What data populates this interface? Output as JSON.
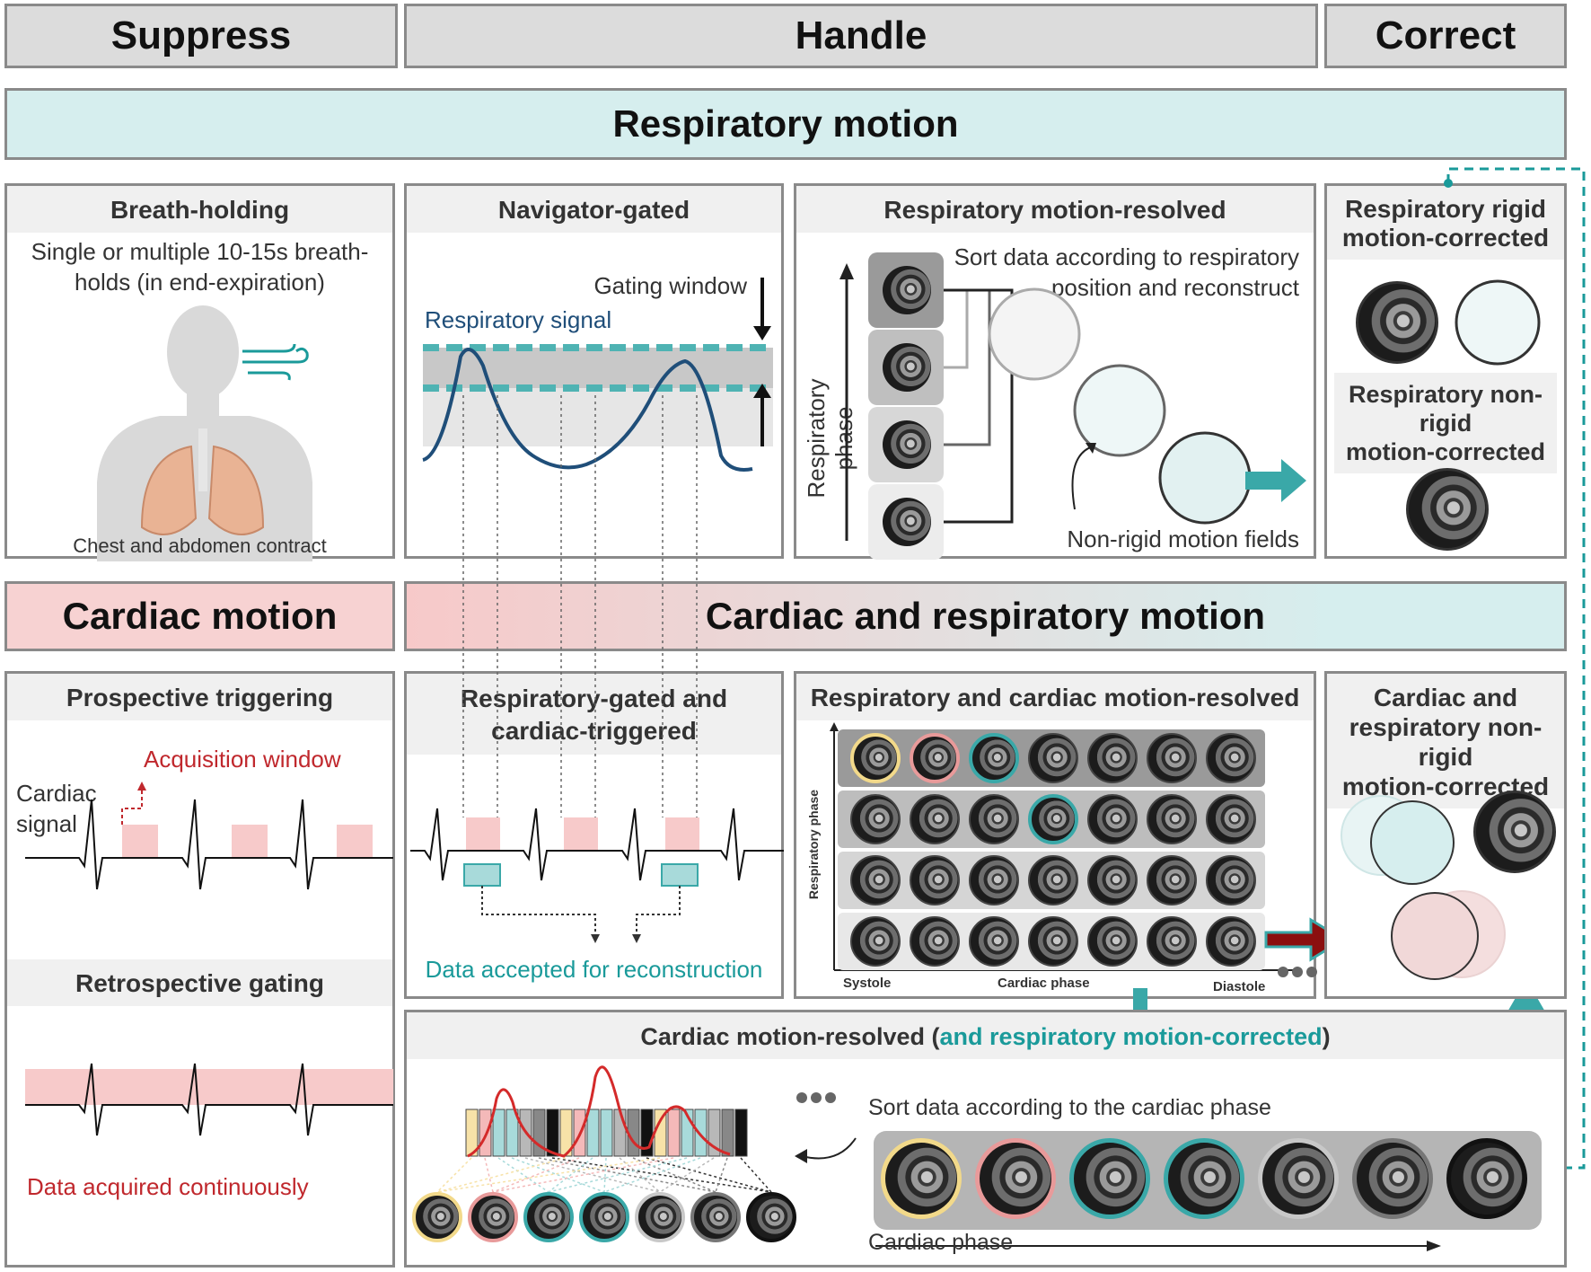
{
  "headers": {
    "suppress": "Suppress",
    "handle": "Handle",
    "correct": "Correct"
  },
  "bands": {
    "respiratory": "Respiratory motion",
    "cardiac": "Cardiac motion",
    "cardiac_resp": "Cardiac and respiratory motion"
  },
  "breath_holding": {
    "title": "Breath-holding",
    "line1": "Single or multiple 10-15s breath-",
    "line2": "holds (in end-expiration)",
    "caption": "Chest and abdomen contract"
  },
  "navigator": {
    "title": "Navigator-gated",
    "gating_window": "Gating window",
    "resp_signal": "Respiratory signal"
  },
  "resp_resolved": {
    "title": "Respiratory motion-resolved",
    "line1": "Sort data according to respiratory",
    "line2": "position and reconstruct",
    "axis": "Respiratory phase",
    "fields": "Non-rigid motion fields"
  },
  "rigid": {
    "title_line1": "Respiratory rigid",
    "title_line2": "motion-corrected",
    "nonrigid_line1": "Respiratory non-rigid",
    "nonrigid_line2": "motion-corrected"
  },
  "prospective": {
    "title": "Prospective triggering",
    "acq_window": "Acquisition window",
    "cardiac_line1": "Cardiac",
    "cardiac_line2": "signal"
  },
  "retrospective": {
    "title": "Retrospective gating",
    "caption": "Data acquired continuously"
  },
  "gated_triggered": {
    "title_line1": "Respiratory-gated and",
    "title_line2": "cardiac-triggered",
    "caption": "Data accepted for reconstruction"
  },
  "resp_cardiac_resolved": {
    "title": "Respiratory and cardiac motion-resolved",
    "y_axis": "Respiratory phase",
    "x_left": "Systole",
    "x_mid": "Cardiac phase",
    "x_right": "Diastole"
  },
  "cardiac_resp_corrected": {
    "line1": "Cardiac and",
    "line2": "respiratory non-rigid",
    "line3": "motion-corrected"
  },
  "cardiac_resolved": {
    "title_a": "Cardiac motion-resolved (",
    "title_b": "and respiratory motion-corrected",
    "title_c": ")",
    "sort": "Sort data according to the cardiac phase",
    "axis": "Cardiac phase"
  },
  "colors": {
    "teal": "#1a9a9a",
    "red": "#c0282d",
    "navy": "#1f4e79",
    "pink_band": "#f7d2d2",
    "teal_band": "#d6eeee",
    "header_gray": "#dcdcdc"
  },
  "icons": [
    "person-silhouette-icon",
    "breath-wind-icon",
    "lungs-icon",
    "arrow-icon",
    "mri-slice-icon",
    "motion-field-icon",
    "ellipsis-icon"
  ]
}
